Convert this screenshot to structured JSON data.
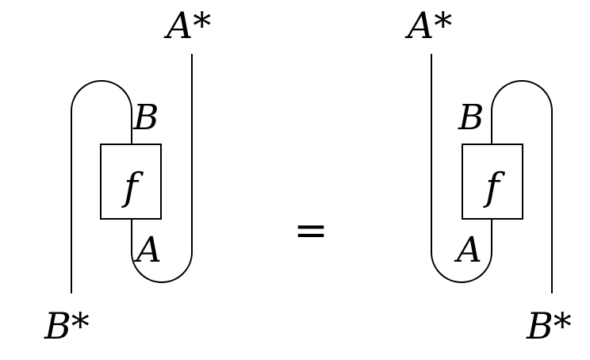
{
  "left": {
    "top_label": "A*",
    "bottom_label": "B*",
    "upper_wire_label": "B",
    "lower_wire_label": "A",
    "box_label": "f"
  },
  "equals": "=",
  "right": {
    "top_label": "A*",
    "bottom_label": "B*",
    "upper_wire_label": "B",
    "lower_wire_label": "A",
    "box_label": "f"
  }
}
